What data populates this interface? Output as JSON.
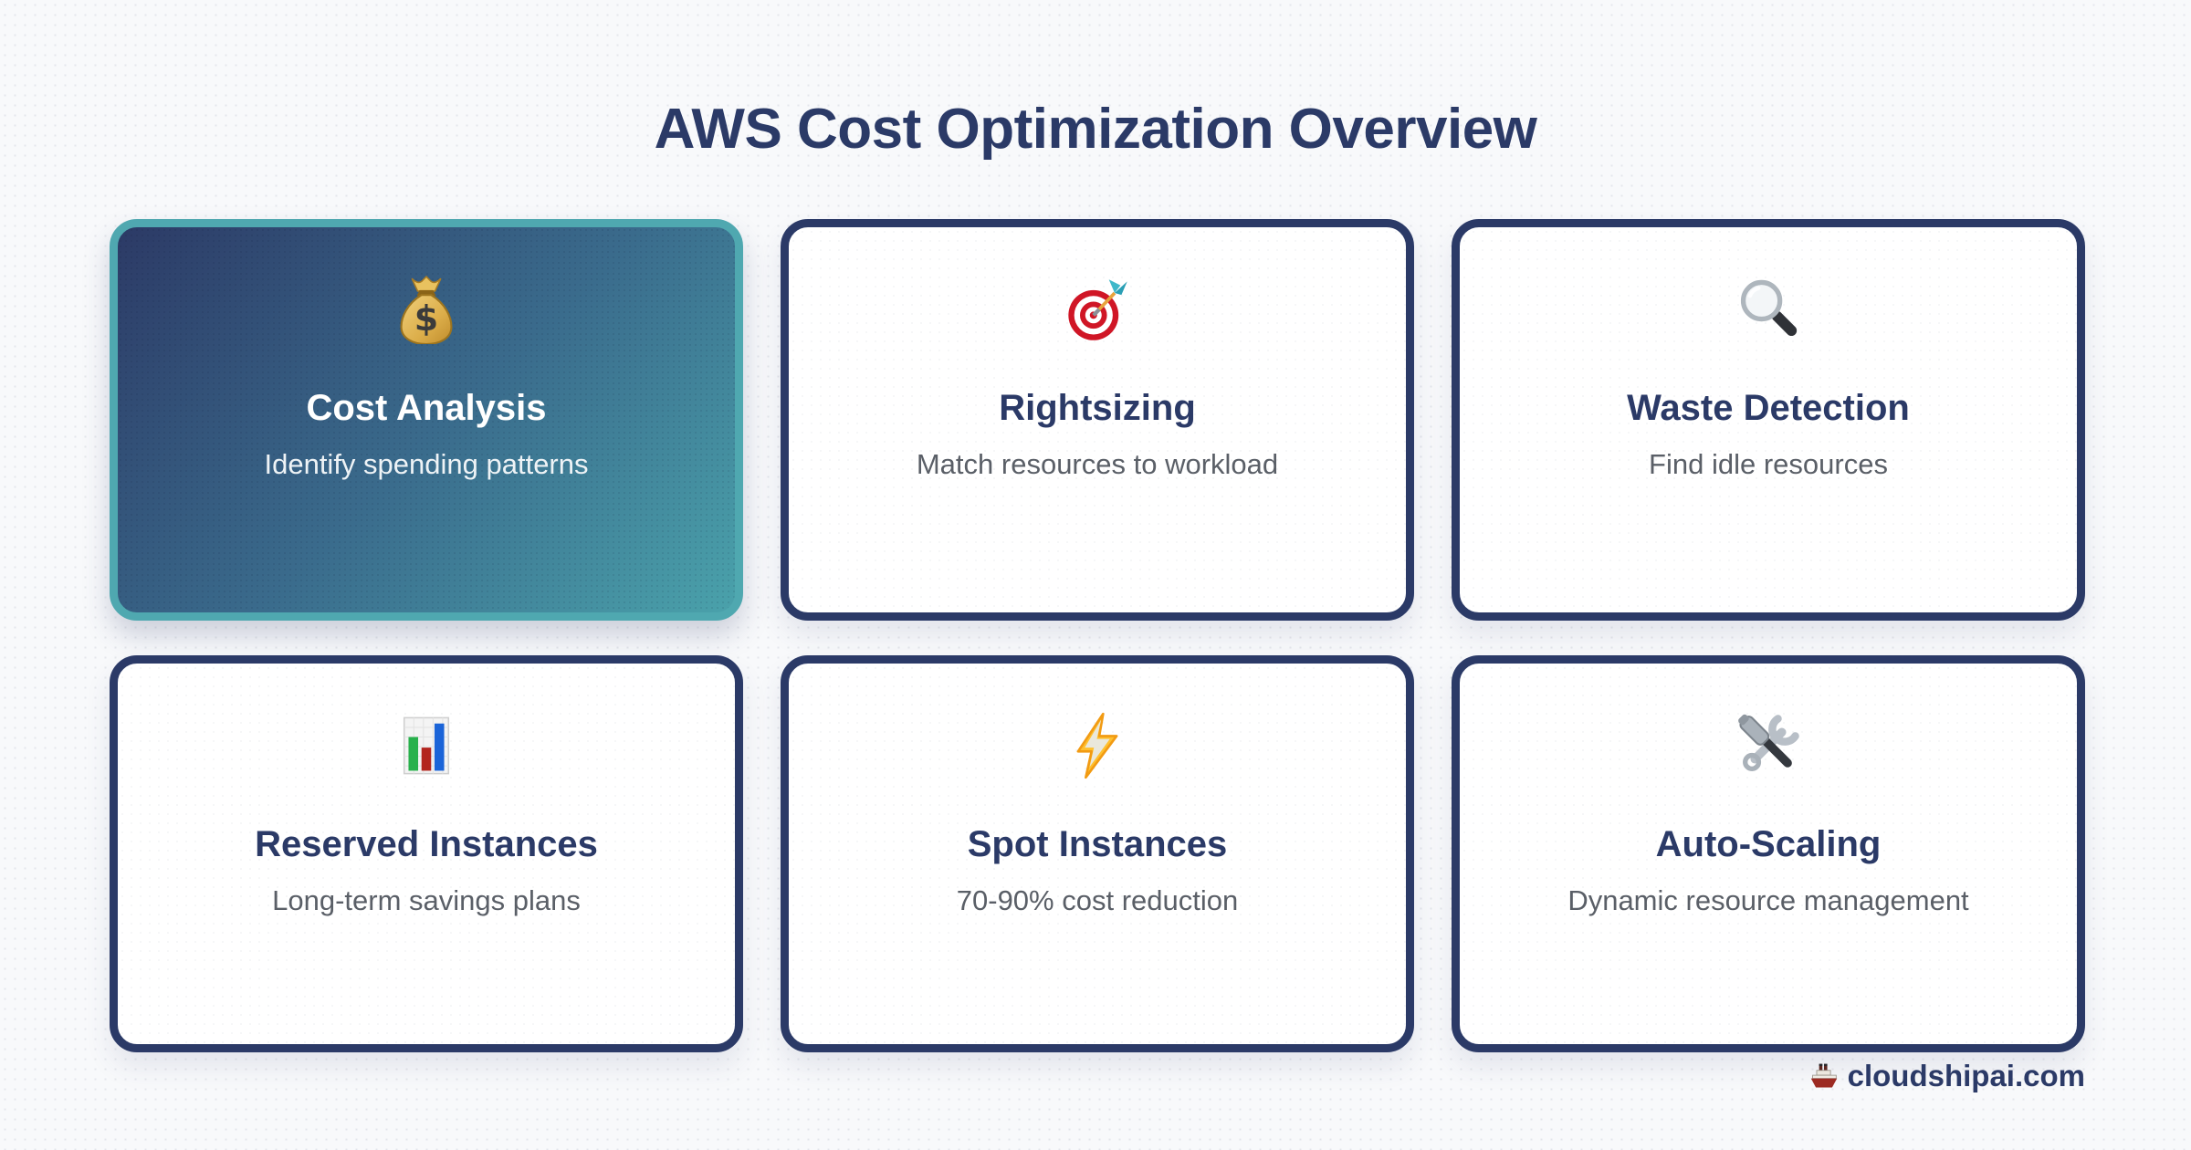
{
  "page": {
    "title": "AWS Cost Optimization Overview"
  },
  "colors": {
    "navy": "#2b3a67",
    "teal_border": "#4fa8b0",
    "highlight_gradient_start": "#2c3a66",
    "highlight_gradient_end": "#4aa2ab",
    "background": "#f8f9fb",
    "subtitle_gray": "#5a5f67"
  },
  "cards": [
    {
      "icon": "money-bag-icon",
      "title": "Cost Analysis",
      "subtitle": "Identify spending patterns",
      "highlighted": true
    },
    {
      "icon": "target-dart-icon",
      "title": "Rightsizing",
      "subtitle": "Match resources to workload",
      "highlighted": false
    },
    {
      "icon": "magnifying-glass-icon",
      "title": "Waste Detection",
      "subtitle": "Find idle resources",
      "highlighted": false
    },
    {
      "icon": "bar-chart-icon",
      "title": "Reserved Instances",
      "subtitle": "Long-term savings plans",
      "highlighted": false
    },
    {
      "icon": "lightning-icon",
      "title": "Spot Instances",
      "subtitle": "70-90% cost reduction",
      "highlighted": false
    },
    {
      "icon": "hammer-wrench-icon",
      "title": "Auto-Scaling",
      "subtitle": "Dynamic resource management",
      "highlighted": false
    }
  ],
  "footer": {
    "icon": "ship-icon",
    "brand": "cloudshipai.com"
  }
}
